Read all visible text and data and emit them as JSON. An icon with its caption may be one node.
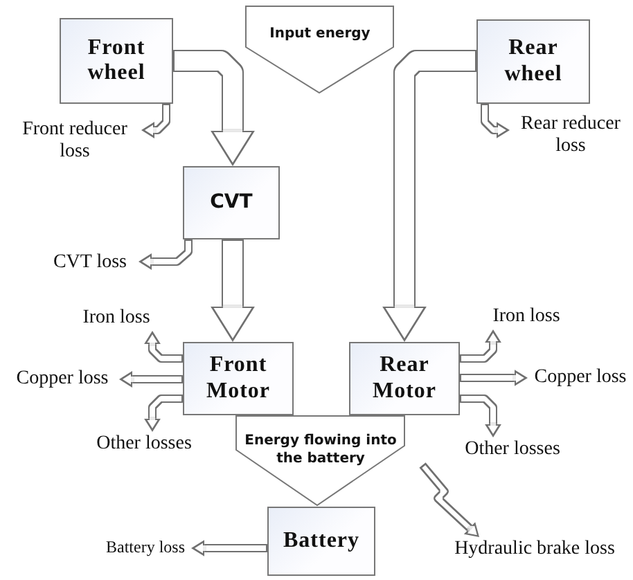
{
  "diagram": {
    "nodes": [
      {
        "text": [
          "Input energy"
        ]
      },
      {
        "text": [
          "Front wheel"
        ]
      },
      {
        "text": [
          "Rear wheel"
        ]
      },
      {
        "text": [
          "CVT"
        ]
      },
      {
        "text": [
          "Front Motor"
        ]
      },
      {
        "text": [
          "Rear Motor"
        ]
      },
      {
        "text": [
          "Energy flowing into the battery"
        ]
      },
      {
        "text": [
          "Battery"
        ]
      },
      {
        "text": [
          "Front reducer loss"
        ]
      },
      {
        "text": [
          "Rear reducer loss"
        ]
      },
      {
        "text": [
          "CVT loss"
        ]
      },
      {
        "text": [
          "Iron loss"
        ]
      },
      {
        "text": [
          "Copper loss"
        ]
      },
      {
        "text": [
          "Other losses"
        ]
      },
      {
        "text": [
          "Iron loss"
        ]
      },
      {
        "text": [
          "Copper loss"
        ]
      },
      {
        "text": [
          "Other losses"
        ]
      },
      {
        "text": [
          "Battery loss"
        ]
      },
      {
        "text": [
          "Hydraulic brake loss"
        ]
      }
    ],
    "edges": [
      {
        "from": 1,
        "to": 3,
        "arrow": "to",
        "style": "thick"
      },
      {
        "from": 3,
        "to": 4,
        "arrow": "to",
        "style": "thick"
      },
      {
        "from": 2,
        "to": 5,
        "arrow": "to",
        "style": "thick"
      },
      {
        "from": 1,
        "to": 8,
        "arrow": "to"
      },
      {
        "from": 2,
        "to": 9,
        "arrow": "to"
      },
      {
        "from": 3,
        "to": 10,
        "arrow": "to"
      },
      {
        "from": 4,
        "to": 11,
        "arrow": "to"
      },
      {
        "from": 4,
        "to": 12,
        "arrow": "to"
      },
      {
        "from": 4,
        "to": 13,
        "arrow": "to"
      },
      {
        "from": 5,
        "to": 14,
        "arrow": "to"
      },
      {
        "from": 5,
        "to": 15,
        "arrow": "to"
      },
      {
        "from": 5,
        "to": 16,
        "arrow": "to"
      },
      {
        "from": 7,
        "to": 17,
        "arrow": "to"
      },
      {
        "from": null,
        "to": 18,
        "arrow": "to"
      }
    ]
  }
}
